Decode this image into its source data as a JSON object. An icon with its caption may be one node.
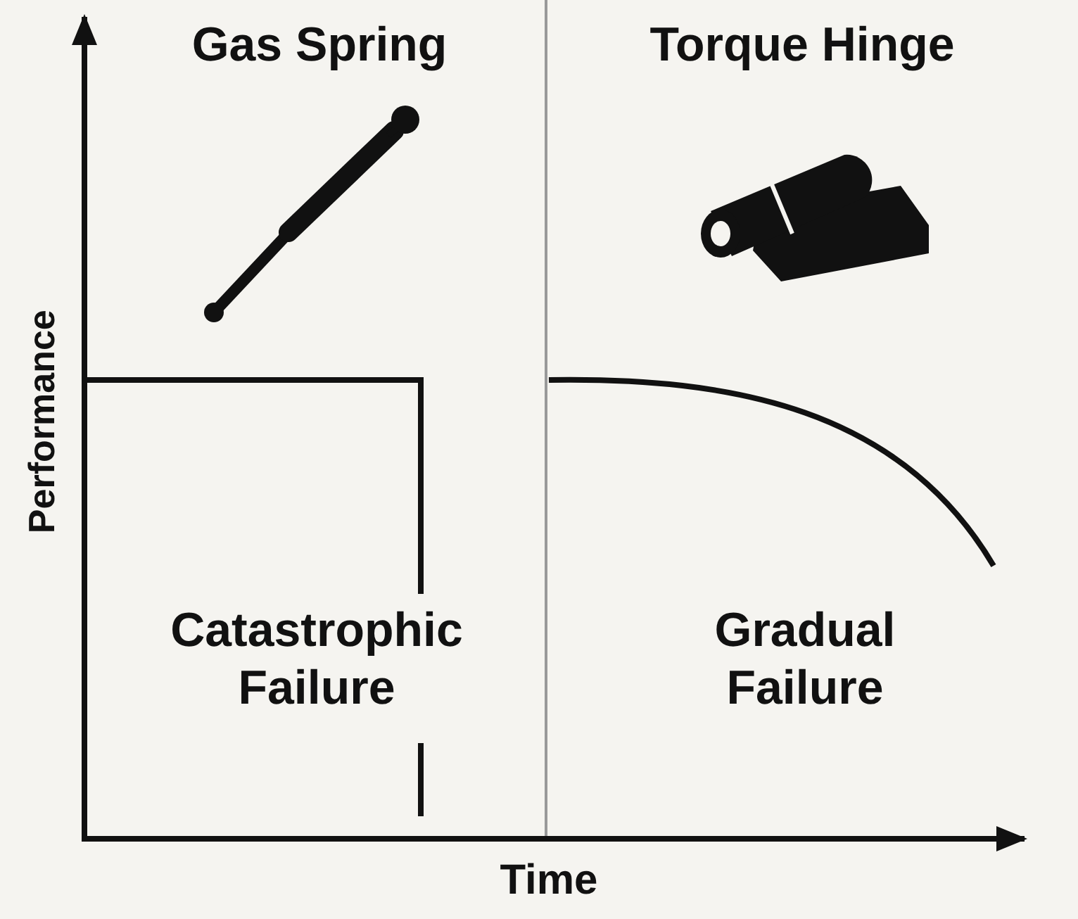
{
  "diagram": {
    "labels": [
      "Gas Spring",
      "Torque Hinge",
      "Performance",
      "Catastrophic Failure",
      "Gradual Failure",
      "Time"
    ]
  }
}
